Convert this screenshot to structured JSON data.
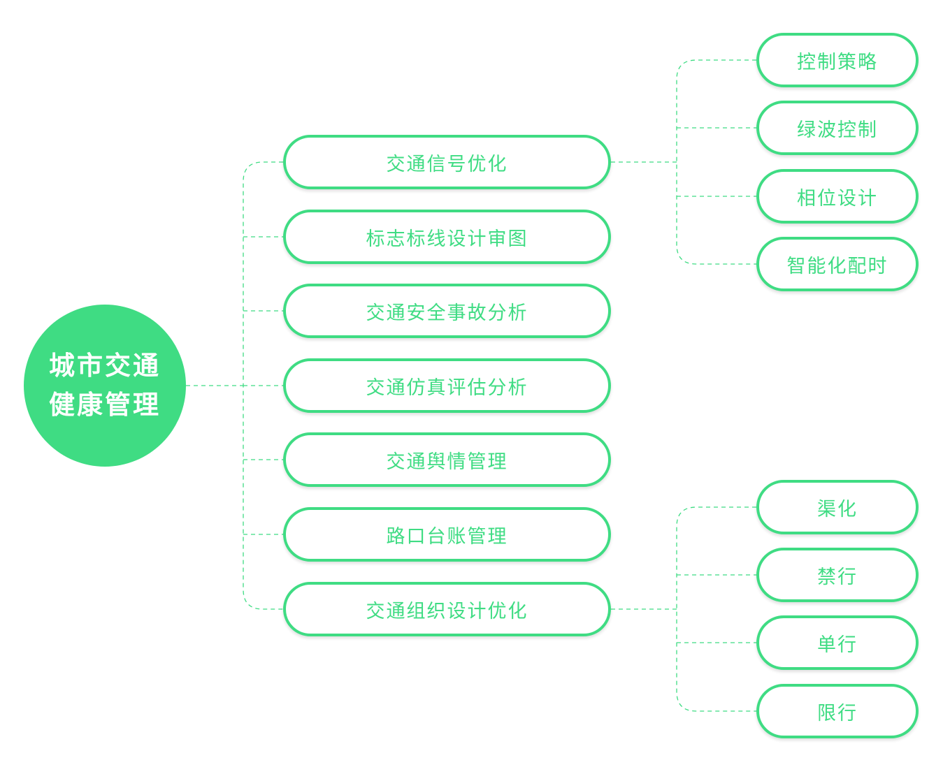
{
  "root": {
    "line1": "城市交通",
    "line2": "健康管理"
  },
  "branches": [
    {
      "label": "交通信号优化"
    },
    {
      "label": "标志标线设计审图"
    },
    {
      "label": "交通安全事故分析"
    },
    {
      "label": "交通仿真评估分析"
    },
    {
      "label": "交通舆情管理"
    },
    {
      "label": "路口台账管理"
    },
    {
      "label": "交通组织设计优化"
    }
  ],
  "signal_children": [
    "控制策略",
    "绿波控制",
    "相位设计",
    "智能化配时"
  ],
  "organization_children": [
    "渠化",
    "禁行",
    "单行",
    "限行"
  ],
  "colors": {
    "accent": "#3fdc83",
    "text_on_accent": "#ffffff",
    "background": "#ffffff"
  }
}
